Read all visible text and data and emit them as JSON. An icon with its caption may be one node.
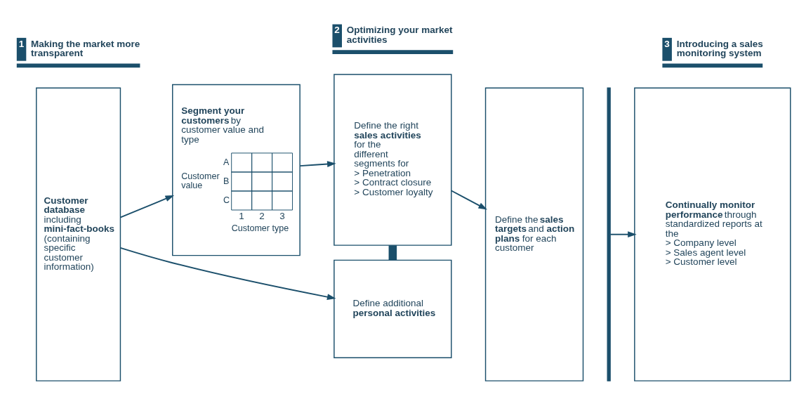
{
  "diagram": {
    "nodes": [
      {
        "text": [
          "**Customer database** including **mini-fact-books** (containing specific customer information)"
        ]
      },
      {
        "text": [
          "**Segment your customers** by customer value and type",
          "Customer value",
          "A",
          "B",
          "C",
          "1",
          "2",
          "3",
          "Customer type"
        ]
      },
      {
        "text": [
          "Define the right **sales activities** for the different segments for",
          "> Penetration",
          "> Contract closure",
          "> Customer loyalty"
        ]
      },
      {
        "text": [
          "Define additional **personal activities**"
        ]
      },
      {
        "text": [
          "Define the **sales targets** and **action plans** for each customer"
        ]
      },
      {
        "text": [],
        "shape": "bar"
      },
      {
        "text": [
          "**Continually monitor performance** through standardized reports at the",
          "> Company level",
          "> Sales agent level",
          "> Customer level"
        ]
      }
    ],
    "edges": [
      {
        "from": 0,
        "to": 1,
        "arrow": "to"
      },
      {
        "from": 1,
        "to": 2,
        "arrow": "to"
      },
      {
        "from": 2,
        "to": 3,
        "arrow": "none",
        "style": "thick"
      },
      {
        "from": 2,
        "to": 4,
        "arrow": "to"
      },
      {
        "from": 0,
        "to": 3,
        "arrow": "to"
      },
      {
        "from": 5,
        "to": 6,
        "arrow": "to"
      }
    ],
    "labels": [
      "1",
      "Making the market more transparent",
      "2",
      "Optimizing your market activities",
      "3",
      "Introducing a sales monitoring system"
    ]
  }
}
